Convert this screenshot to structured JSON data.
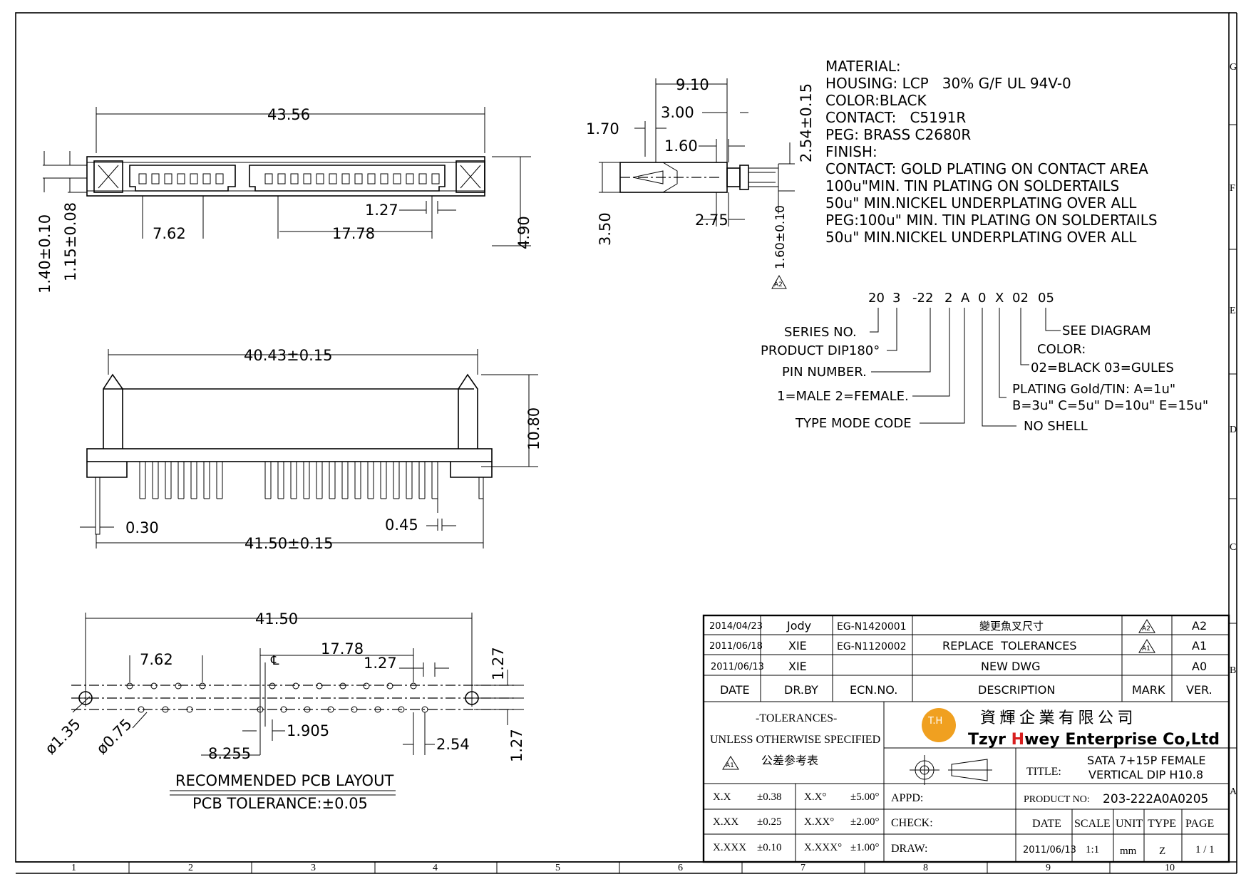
{
  "border": {
    "columns": [
      "1",
      "2",
      "3",
      "4",
      "5",
      "6",
      "7",
      "8",
      "9",
      "10"
    ],
    "rows": [
      "G",
      "F",
      "E",
      "D",
      "C",
      "B",
      "A"
    ]
  },
  "top_view": {
    "dim_overall": "43.56",
    "dim_pitch_a": "7.62",
    "dim_pitch_b": "17.78",
    "dim_pin_pitch": "1.27",
    "dim_height": "4.90",
    "dim_peg_a": "1.40±0.10",
    "dim_peg_b": "1.15±0.08"
  },
  "side_view": {
    "dim_width": "9.10",
    "dim_a": "3.00",
    "dim_b": "1.70",
    "dim_c": "1.60",
    "dim_d": "3.50",
    "dim_e": "2.75",
    "dim_f": "2.54±0.15",
    "dim_g": "1.60±0.10",
    "rev_mark": "A2"
  },
  "notes": [
    "MATERIAL:",
    "HOUSING: LCP   30% G/F UL 94V-0",
    "COLOR:BLACK",
    "CONTACT:   C5191R",
    "PEG: BRASS C2680R",
    "FINISH:",
    "CONTACT: GOLD PLATING ON CONTACT AREA",
    "100u\"MIN. TIN PLATING ON SOLDERTAILS",
    "50u\" MIN.NICKEL UNDERPLATING OVER ALL",
    "PEG:100u\" MIN. TIN PLATING ON SOLDERTAILS",
    "50u\" MIN.NICKEL UNDERPLATING OVER ALL"
  ],
  "part_code": {
    "segments": [
      "20",
      "3",
      "-22",
      "2",
      "A",
      "0",
      "X",
      "02",
      "05"
    ],
    "series": "SERIES NO.",
    "product": "PRODUCT DIP180°",
    "pin_number": "PIN NUMBER.",
    "gender": "1=MALE 2=FEMALE.",
    "type_mode": "TYPE MODE CODE",
    "see_diagram": "SEE DIAGRAM",
    "color_title": "COLOR:",
    "color_values": "02=BLACK 03=GULES",
    "plating_a": "PLATING Gold/TIN: A=1u\"",
    "plating_b": "B=3u\" C=5u\" D=10u\" E=15u\"",
    "no_shell": "NO SHELL"
  },
  "front_view": {
    "dim_top": "40.43±0.15",
    "dim_height": "10.80",
    "dim_bottom": "41.50±0.15",
    "dim_pin": "0.30",
    "dim_peg": "0.45"
  },
  "pcb_view": {
    "dim_overall": "41.50",
    "dim_a": "7.62",
    "dim_b": "17.78",
    "dim_c": "1.27",
    "dim_d": "1.905",
    "dim_e": "8.255",
    "dim_f": "2.54",
    "dim_g": "1.27",
    "dim_h": "1.27",
    "hole_large": "ø1.35",
    "hole_small": "ø0.75",
    "center_mark": "℄",
    "title": "RECOMMENDED PCB LAYOUT",
    "tolerance": "PCB TOLERANCE:±0.05"
  },
  "revisions": [
    {
      "date": "2014/04/23",
      "by": "Jody",
      "ecn": "EG-N1420001",
      "desc": "變更魚叉尺寸",
      "mark": "A2",
      "ver": "A2"
    },
    {
      "date": "2011/06/18",
      "by": "XIE",
      "ecn": "EG-N1120002",
      "desc": "REPLACE  TOLERANCES",
      "mark": "A1",
      "ver": "A1"
    },
    {
      "date": "2011/06/13",
      "by": "XIE",
      "ecn": "",
      "desc": "NEW DWG",
      "mark": "",
      "ver": "A0"
    }
  ],
  "revision_headers": {
    "date": "DATE",
    "by": "DR.BY",
    "ecn": "ECN.NO.",
    "desc": "DESCRIPTION",
    "mark": "MARK",
    "ver": "VER."
  },
  "tolerances": {
    "title": "-TOLERANCES-",
    "line1": "UNLESS OTHERWISE SPECIFIED",
    "line2": "公差参考表",
    "mark": "A1",
    "rows": [
      {
        "k": "X.X",
        "v": "±0.38",
        "ak": "X.X°",
        "av": "±5.00°"
      },
      {
        "k": "X.XX",
        "v": "±0.25",
        "ak": "X.XX°",
        "av": "±2.00°"
      },
      {
        "k": "X.XXX",
        "v": "±0.10",
        "ak": "X.XXX°",
        "av": "±1.00°"
      }
    ]
  },
  "company": {
    "logo": "T.H",
    "name_cn": "資 輝 企 業 有 限 公 司",
    "name_prefix": "Tzyr ",
    "name_h": "H",
    "name_rest": "wey Enterprise Co,Ltd",
    "brand_red": "#d81e1e",
    "logo_orange": "#f0a020"
  },
  "title_block": {
    "title_label": "TITLE:",
    "title_line1": "SATA 7+15P FEMALE",
    "title_line2": "VERTICAL DIP H10.8",
    "appd": "APPD:",
    "check": "CHECK:",
    "draw": "DRAW:",
    "product_label": "PRODUCT NO:",
    "product_no": "203-222A0A0205",
    "h_date": "DATE",
    "h_scale": "SCALE",
    "h_unit": "UNIT",
    "h_type": "TYPE",
    "h_page": "PAGE",
    "date": "2011/06/13",
    "scale": "1:1",
    "unit": "mm",
    "type": "Z",
    "page": "1 / 1"
  }
}
